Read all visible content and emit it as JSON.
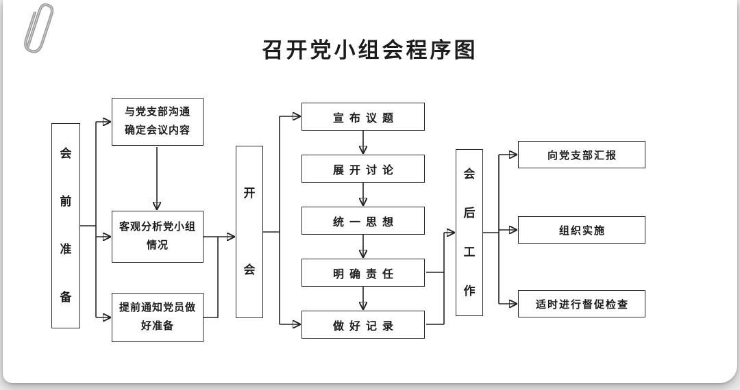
{
  "page": {
    "title": "召开党小组会程序图"
  },
  "stages": {
    "pre": "会前准备",
    "meeting": "开会",
    "post": "会后工作"
  },
  "pre_steps": [
    {
      "lines": [
        "与党支部沟通",
        "确定会议内容"
      ]
    },
    {
      "lines": [
        "客观分析党小组",
        "情况"
      ]
    },
    {
      "lines": [
        "提前通知党员做",
        "好准备"
      ]
    }
  ],
  "meeting_steps": [
    "宣布议题",
    "展开讨论",
    "统一思想",
    "明确责任",
    "做好记录"
  ],
  "post_steps": [
    "向党支部汇报",
    "组织实施",
    "适时进行督促检查"
  ],
  "colors": {
    "line": "#222222",
    "box_border": "#2a2a2a",
    "background": "#ffffff"
  }
}
